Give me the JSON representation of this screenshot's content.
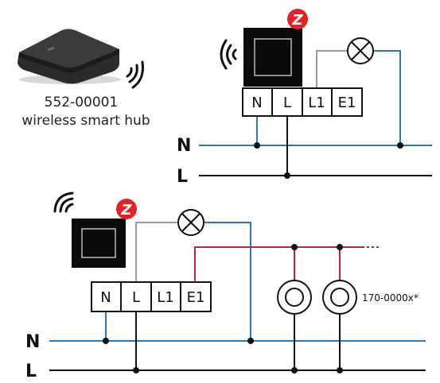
{
  "hub": {
    "part_number": "552-00001",
    "description": "wireless smart hub"
  },
  "top_circuit": {
    "terminals": [
      "N",
      "L",
      "L1",
      "E1"
    ],
    "rail_neutral": "N",
    "rail_live": "L",
    "badge_letter": "Z"
  },
  "bottom_circuit": {
    "terminals": [
      "N",
      "L",
      "L1",
      "E1"
    ],
    "rail_neutral": "N",
    "rail_live": "L",
    "badge_letter": "Z",
    "pushbutton_label": "170-0000x*"
  },
  "colors": {
    "neutral": "#2a78b5",
    "live": "#111111",
    "switched": "#999999",
    "extension": "#c8202e",
    "zigbee": "#e2232a",
    "device": "#0b0b0b"
  }
}
